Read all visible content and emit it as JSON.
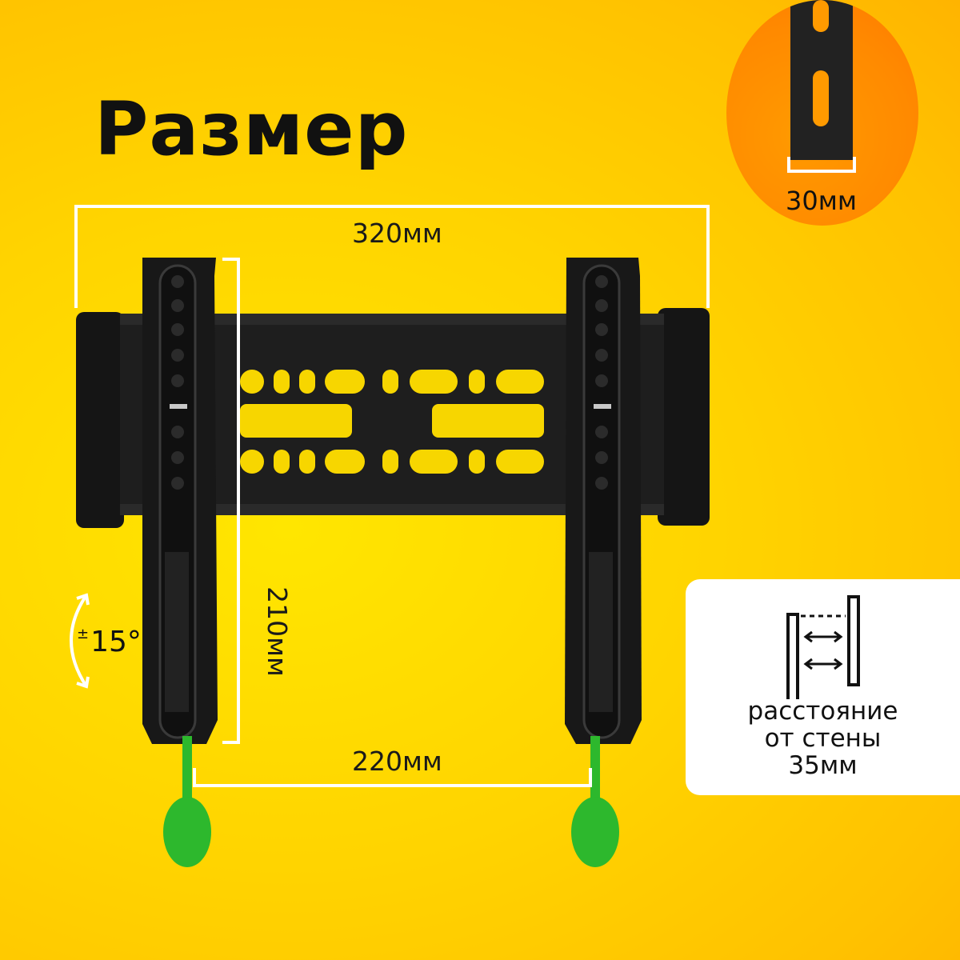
{
  "title": "Размер",
  "dimensions": {
    "width": "320мм",
    "height": "210мм",
    "spacing": "220мм",
    "slot": "30мм"
  },
  "tilt": {
    "sign": "±",
    "value": "15°"
  },
  "info": {
    "line1": "расстояние",
    "line2": "от стены",
    "line3": "35мм"
  },
  "colors": {
    "background": "#ffd400",
    "accent_orange": "#ff8a00",
    "bracket": "#1b1b1b",
    "strap": "#2db82d",
    "card": "#ffffff"
  }
}
